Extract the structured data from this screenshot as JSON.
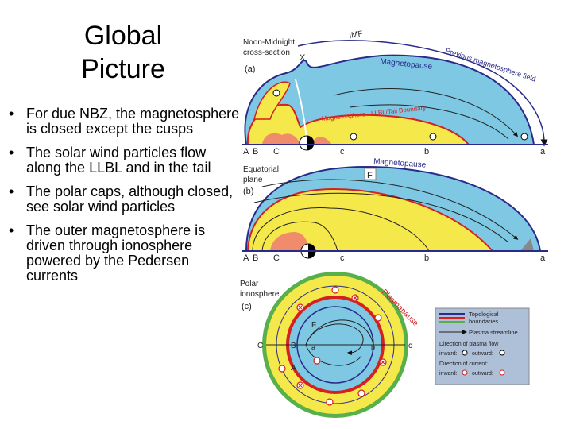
{
  "slide": {
    "title_line1": "Global",
    "title_line2": "Picture",
    "bullets": [
      "For due NBZ, the magnetosphere is closed except the cusps",
      "The solar wind particles flow along the LLBL and in the tail",
      "The polar caps, although closed, see solar wind particles",
      "The outer magnetosphere is driven through ionosphere powered by the Pedersen currents"
    ]
  },
  "figure": {
    "panel_a": {
      "header_line1": "Noon-Midnight",
      "header_line2": "cross-section",
      "tag": "(a)",
      "x_mark": "X",
      "imf": "IMF",
      "previous_field": "Previous magnetosphere field",
      "magnetopause": "Magnetopause",
      "boundary": "Magnetosphere - LLBL/Tail Boundary",
      "axis": [
        "A",
        "B",
        "C",
        "c",
        "b",
        "a"
      ]
    },
    "panel_b": {
      "header_line1": "Equatorial",
      "header_line2": "plane",
      "tag": "(b)",
      "magnetopause": "Magnetopause",
      "f_mark": "F",
      "axis": [
        "A",
        "B",
        "C",
        "c",
        "b",
        "a"
      ]
    },
    "panel_c": {
      "header_line1": "Polar",
      "header_line2": "ionosphere",
      "tag": "(c)",
      "plasmapause": "Plasmapause",
      "labels": {
        "f": "F",
        "c_left": "C",
        "b": "B",
        "a": "A",
        "c_right": "c",
        "small_b": "b",
        "small_a": "a"
      }
    },
    "legend": {
      "topological": "Topological",
      "boundaries": "boundaries",
      "streamline": "Plasma streamline",
      "flow_title_1": "Direction of plasma flow",
      "flow_inward": "inward:",
      "flow_outward": "outward:",
      "current_title": "Direction of current:",
      "current_inward": "inward:",
      "current_outward": "outward:"
    },
    "colors": {
      "blue_region": "#7ec8e3",
      "yellow_region": "#f5e84b",
      "salmon_region": "#f08c6c",
      "green_ring": "#58b04a",
      "red_boundary": "#d42020",
      "navy_boundary": "#2a2a8a",
      "legend_bg": "#aebfd8"
    }
  }
}
